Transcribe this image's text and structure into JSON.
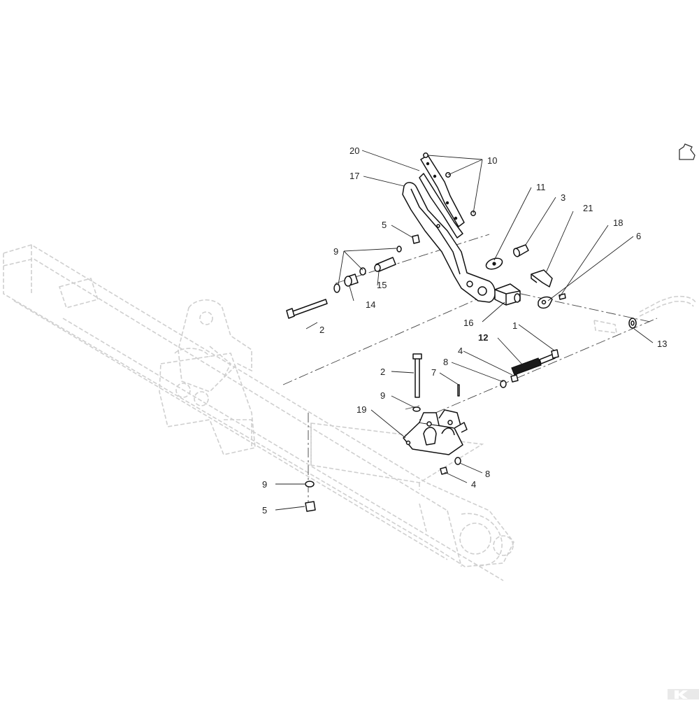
{
  "callouts": {
    "c1": "1",
    "c2a": "2",
    "c2b": "2",
    "c3": "3",
    "c4a": "4",
    "c4b": "4",
    "c5a": "5",
    "c5b": "5",
    "c6": "6",
    "c7": "7",
    "c8a": "8",
    "c8b": "8",
    "c9a": "9",
    "c9b": "9",
    "c9c": "9",
    "c10": "10",
    "c11": "11",
    "c12": "12",
    "c13": "13",
    "c14": "14",
    "c15": "15",
    "c16": "16",
    "c17": "17",
    "c18": "18",
    "c19": "19",
    "c20": "20",
    "c21": "21"
  },
  "icons": {
    "corner_arrow": "page-arrow-icon",
    "brand": "brand-logo-icon"
  },
  "colors": {
    "line": "#111111",
    "ghost": "#cfcfcf",
    "background": "#ffffff"
  }
}
